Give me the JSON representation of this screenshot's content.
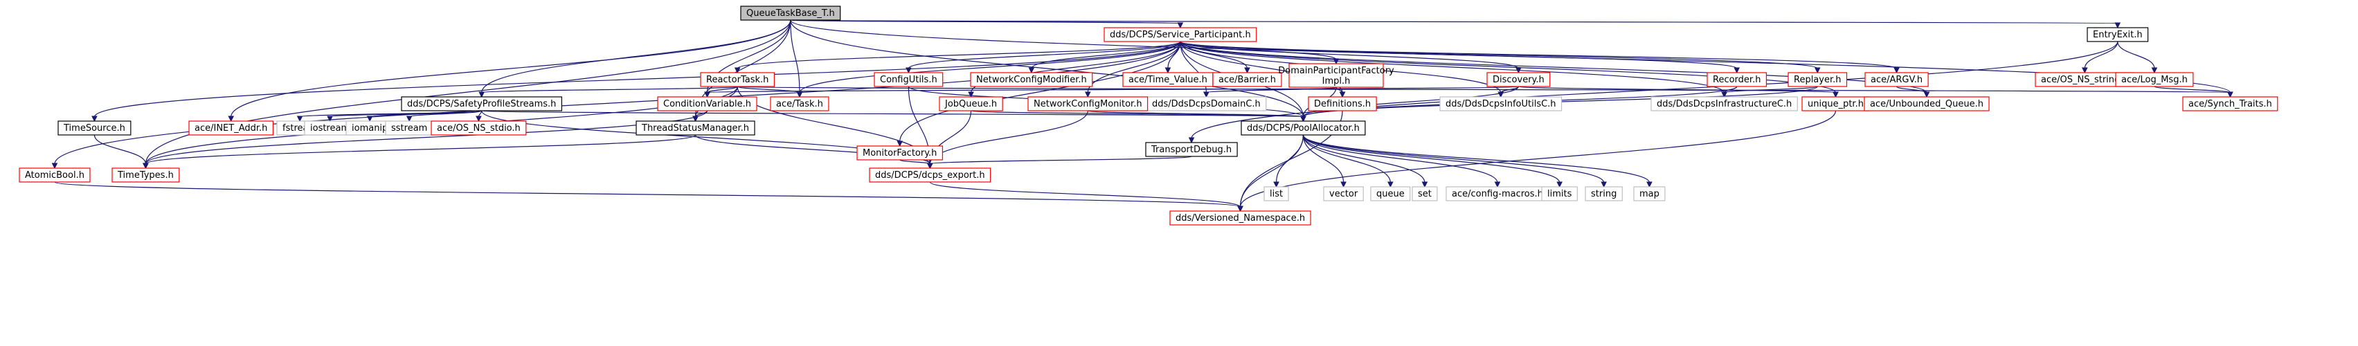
{
  "colors": {
    "edge": "#191970",
    "root_fill": "#bfbfbf",
    "node_fill": "#ffffff",
    "red_border": "#ff0000",
    "grey_border": "#bfbfbf",
    "black_border": "#000000"
  },
  "nodes": [
    {
      "id": "root",
      "label": "QueueTaskBase_T.h",
      "style": "root"
    },
    {
      "id": "sp",
      "label": "dds/DCPS/Service_Participant.h",
      "style": "red"
    },
    {
      "id": "entryexit",
      "label": "EntryExit.h",
      "style": "black"
    },
    {
      "id": "reactortask",
      "label": "ReactorTask.h",
      "style": "red"
    },
    {
      "id": "configutils",
      "label": "ConfigUtils.h",
      "style": "red"
    },
    {
      "id": "ncmod",
      "label": "NetworkConfigModifier.h",
      "style": "red"
    },
    {
      "id": "timevalue",
      "label": "ace/Time_Value.h",
      "style": "red"
    },
    {
      "id": "barrier",
      "label": "ace/Barrier.h",
      "style": "red"
    },
    {
      "id": "dpfi",
      "label": [
        "DomainParticipantFactory",
        "Impl.h"
      ],
      "style": "red"
    },
    {
      "id": "discovery",
      "label": "Discovery.h",
      "style": "red"
    },
    {
      "id": "recorder",
      "label": "Recorder.h",
      "style": "red"
    },
    {
      "id": "replayer",
      "label": "Replayer.h",
      "style": "red"
    },
    {
      "id": "argv",
      "label": "ace/ARGV.h",
      "style": "red"
    },
    {
      "id": "osnsstring",
      "label": "ace/OS_NS_string.h",
      "style": "red"
    },
    {
      "id": "logmsg",
      "label": "ace/Log_Msg.h",
      "style": "red"
    },
    {
      "id": "safety",
      "label": "dds/DCPS/SafetyProfileStreams.h",
      "style": "black"
    },
    {
      "id": "acetask",
      "label": "ace/Task.h",
      "style": "red"
    },
    {
      "id": "condvar",
      "label": "ConditionVariable.h",
      "style": "red"
    },
    {
      "id": "ddsdomainc",
      "label": "dds/DdsDcpsDomainC.h",
      "style": "grey"
    },
    {
      "id": "definitions",
      "label": "Definitions.h",
      "style": "red"
    },
    {
      "id": "infoutils",
      "label": "dds/DdsDcpsInfoUtilsC.h",
      "style": "grey"
    },
    {
      "id": "infrac",
      "label": "dds/DdsDcpsInfrastructureC.h",
      "style": "grey"
    },
    {
      "id": "jobqueue",
      "label": "JobQueue.h",
      "style": "red"
    },
    {
      "id": "ncmon",
      "label": "NetworkConfigMonitor.h",
      "style": "red"
    },
    {
      "id": "uniqueptr",
      "label": "unique_ptr.h",
      "style": "red"
    },
    {
      "id": "unbounded",
      "label": "ace/Unbounded_Queue.h",
      "style": "red"
    },
    {
      "id": "synchtraits",
      "label": "ace/Synch_Traits.h",
      "style": "red"
    },
    {
      "id": "timesource",
      "label": "TimeSource.h",
      "style": "black"
    },
    {
      "id": "inetaddr",
      "label": "ace/INET_Addr.h",
      "style": "red"
    },
    {
      "id": "fstream",
      "label": "fstream",
      "style": "grey"
    },
    {
      "id": "iostream",
      "label": "iostream",
      "style": "grey"
    },
    {
      "id": "iomanip",
      "label": "iomanip",
      "style": "grey"
    },
    {
      "id": "sstream",
      "label": "sstream",
      "style": "grey"
    },
    {
      "id": "osnsstdio",
      "label": "ace/OS_NS_stdio.h",
      "style": "red"
    },
    {
      "id": "tsm",
      "label": "ThreadStatusManager.h",
      "style": "black"
    },
    {
      "id": "pool",
      "label": "dds/DCPS/PoolAllocator.h",
      "style": "black"
    },
    {
      "id": "transportdebug",
      "label": "TransportDebug.h",
      "style": "black"
    },
    {
      "id": "monitorfactory",
      "label": "MonitorFactory.h",
      "style": "red"
    },
    {
      "id": "atomicbool",
      "label": "AtomicBool.h",
      "style": "red"
    },
    {
      "id": "timetypes",
      "label": "TimeTypes.h",
      "style": "red"
    },
    {
      "id": "export",
      "label": "dds/DCPS/dcps_export.h",
      "style": "red"
    },
    {
      "id": "list",
      "label": "list",
      "style": "grey"
    },
    {
      "id": "vector",
      "label": "vector",
      "style": "grey"
    },
    {
      "id": "queue",
      "label": "queue",
      "style": "grey"
    },
    {
      "id": "set",
      "label": "set",
      "style": "grey"
    },
    {
      "id": "configmacros",
      "label": "ace/config-macros.h",
      "style": "grey"
    },
    {
      "id": "limits",
      "label": "limits",
      "style": "grey"
    },
    {
      "id": "string",
      "label": "string",
      "style": "grey"
    },
    {
      "id": "map",
      "label": "map",
      "style": "grey"
    },
    {
      "id": "versioned",
      "label": "dds/Versioned_Namespace.h",
      "style": "red"
    }
  ],
  "edges": [
    [
      "root",
      "sp"
    ],
    [
      "root",
      "entryexit"
    ],
    [
      "root",
      "acetask"
    ],
    [
      "root",
      "condvar"
    ],
    [
      "root",
      "tsm"
    ],
    [
      "root",
      "safety"
    ],
    [
      "root",
      "inetaddr"
    ],
    [
      "root",
      "timetypes"
    ],
    [
      "root",
      "pool"
    ],
    [
      "root",
      "synchtraits"
    ],
    [
      "sp",
      "reactortask"
    ],
    [
      "sp",
      "configutils"
    ],
    [
      "sp",
      "ncmod"
    ],
    [
      "sp",
      "timevalue"
    ],
    [
      "sp",
      "barrier"
    ],
    [
      "sp",
      "dpfi"
    ],
    [
      "sp",
      "discovery"
    ],
    [
      "sp",
      "recorder"
    ],
    [
      "sp",
      "replayer"
    ],
    [
      "sp",
      "argv"
    ],
    [
      "sp",
      "jobqueue"
    ],
    [
      "sp",
      "ncmon"
    ],
    [
      "sp",
      "ddsdomainc"
    ],
    [
      "sp",
      "definitions"
    ],
    [
      "sp",
      "infoutils"
    ],
    [
      "sp",
      "infrac"
    ],
    [
      "sp",
      "uniqueptr"
    ],
    [
      "sp",
      "unbounded"
    ],
    [
      "sp",
      "pool"
    ],
    [
      "sp",
      "acetask"
    ],
    [
      "sp",
      "timesource"
    ],
    [
      "sp",
      "atomicbool"
    ],
    [
      "sp",
      "monitorfactory"
    ],
    [
      "entryexit",
      "osnsstring"
    ],
    [
      "entryexit",
      "logmsg"
    ],
    [
      "entryexit",
      "transportdebug"
    ],
    [
      "reactortask",
      "safety"
    ],
    [
      "reactortask",
      "acetask"
    ],
    [
      "reactortask",
      "condvar"
    ],
    [
      "reactortask",
      "tsm"
    ],
    [
      "reactortask",
      "timetypes"
    ],
    [
      "reactortask",
      "export"
    ],
    [
      "reactortask",
      "synchtraits"
    ],
    [
      "configutils",
      "export"
    ],
    [
      "configutils",
      "pool"
    ],
    [
      "dpfi",
      "definitions"
    ],
    [
      "dpfi",
      "ddsdomainc"
    ],
    [
      "dpfi",
      "pool"
    ],
    [
      "discovery",
      "condvar"
    ],
    [
      "discovery",
      "infoutils"
    ],
    [
      "discovery",
      "pool"
    ],
    [
      "discovery",
      "uniqueptr"
    ],
    [
      "recorder",
      "infrac"
    ],
    [
      "recorder",
      "pool"
    ],
    [
      "replayer",
      "infrac"
    ],
    [
      "replayer",
      "pool"
    ],
    [
      "argv",
      "unbounded"
    ],
    [
      "logmsg",
      "synchtraits"
    ],
    [
      "safety",
      "fstream"
    ],
    [
      "safety",
      "iostream"
    ],
    [
      "safety",
      "iomanip"
    ],
    [
      "safety",
      "sstream"
    ],
    [
      "safety",
      "osnsstdio"
    ],
    [
      "safety",
      "export"
    ],
    [
      "safety",
      "pool"
    ],
    [
      "condvar",
      "tsm"
    ],
    [
      "condvar",
      "timetypes"
    ],
    [
      "jobqueue",
      "pool"
    ],
    [
      "jobqueue",
      "export"
    ],
    [
      "ncmon",
      "export"
    ],
    [
      "ncmon",
      "pool"
    ],
    [
      "definitions",
      "versioned"
    ],
    [
      "uniqueptr",
      "versioned"
    ],
    [
      "timesource",
      "timetypes"
    ],
    [
      "tsm",
      "timetypes"
    ],
    [
      "tsm",
      "export"
    ],
    [
      "transportdebug",
      "export"
    ],
    [
      "monitorfactory",
      "export"
    ],
    [
      "pool",
      "list"
    ],
    [
      "pool",
      "vector"
    ],
    [
      "pool",
      "queue"
    ],
    [
      "pool",
      "set"
    ],
    [
      "pool",
      "configmacros"
    ],
    [
      "pool",
      "limits"
    ],
    [
      "pool",
      "string"
    ],
    [
      "pool",
      "map"
    ],
    [
      "pool",
      "versioned"
    ],
    [
      "atomicbool",
      "versioned"
    ],
    [
      "export",
      "versioned"
    ]
  ]
}
